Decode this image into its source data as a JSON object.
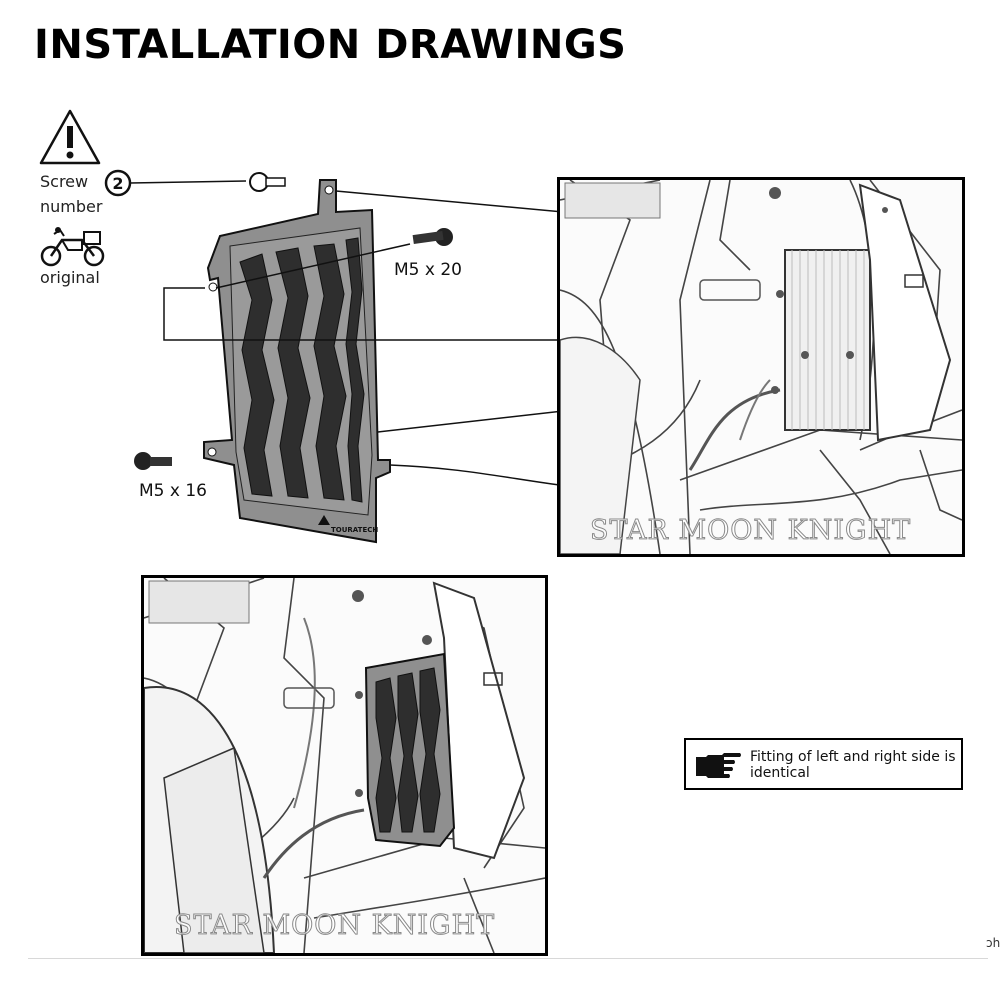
{
  "title": "INSTALLATION DRAWINGS",
  "legend": {
    "warning_icon": "warning-triangle-icon",
    "screw_label": "Screw",
    "screw_badge": "2",
    "number_label": "number",
    "motorbike_icon": "motorbike-icon",
    "original_label": "original"
  },
  "screws": {
    "m5x20": "M5 x 20",
    "m5x16": "M5 x 16"
  },
  "guard": {
    "brand": "TOURATECH"
  },
  "watermarks": {
    "top": "STAR MOON KNIGHT",
    "bottom": "STAR MOON KNIGHT"
  },
  "note": {
    "icon": "pointing-hand-icon",
    "text": "Fitting of left and right side is identical"
  },
  "corner_fragment": "ɔh",
  "colors": {
    "ink": "#000000",
    "line_art": "#3a3a3a",
    "shade": "#e6e6e6",
    "guard_metal": "#8f8f8f"
  }
}
